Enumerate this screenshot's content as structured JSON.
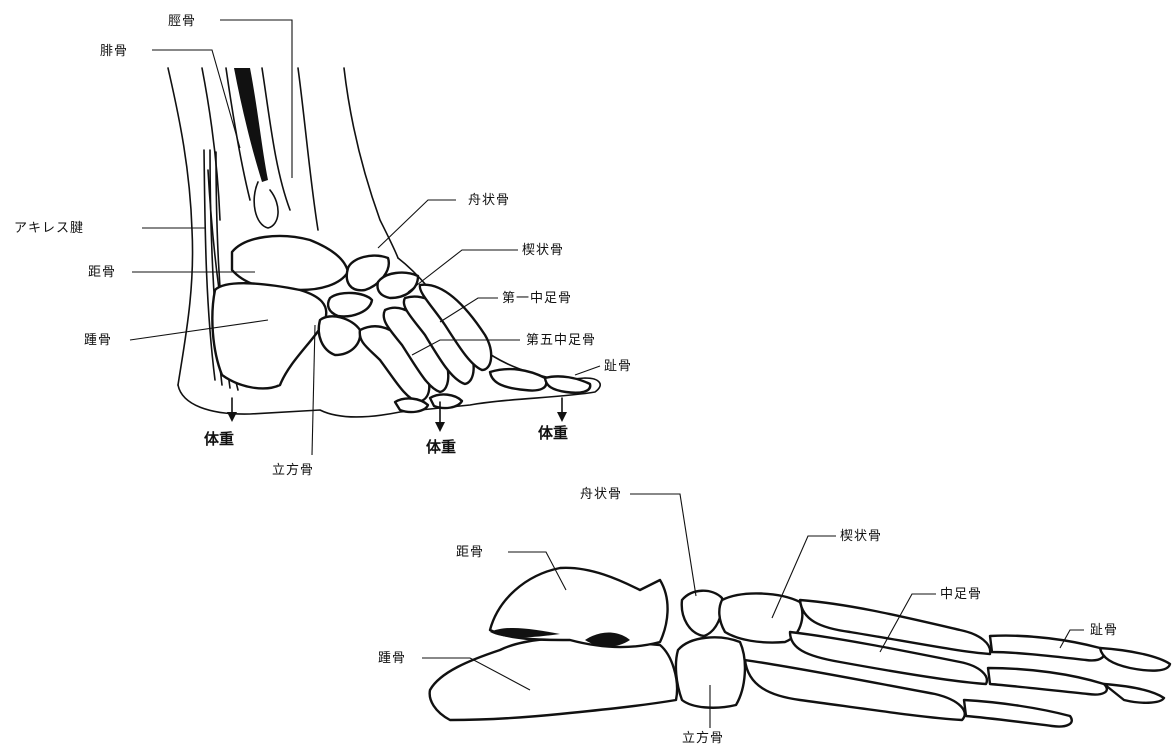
{
  "upper_figure": {
    "labels": {
      "tibia": "脛骨",
      "fibula": "腓骨",
      "achilles": "アキレス腱",
      "talus": "距骨",
      "calcaneus": "踵骨",
      "navicular": "舟状骨",
      "cuneiform": "楔状骨",
      "first_metatarsal": "第一中足骨",
      "fifth_metatarsal": "第五中足骨",
      "phalanges": "趾骨",
      "cuboid": "立方骨"
    },
    "weight_labels": [
      "体重",
      "体重",
      "体重"
    ]
  },
  "lower_figure": {
    "labels": {
      "navicular": "舟状骨",
      "talus": "距骨",
      "cuneiform": "楔状骨",
      "metatarsals": "中足骨",
      "calcaneus": "踵骨",
      "phalanges": "趾骨",
      "cuboid": "立方骨"
    }
  }
}
